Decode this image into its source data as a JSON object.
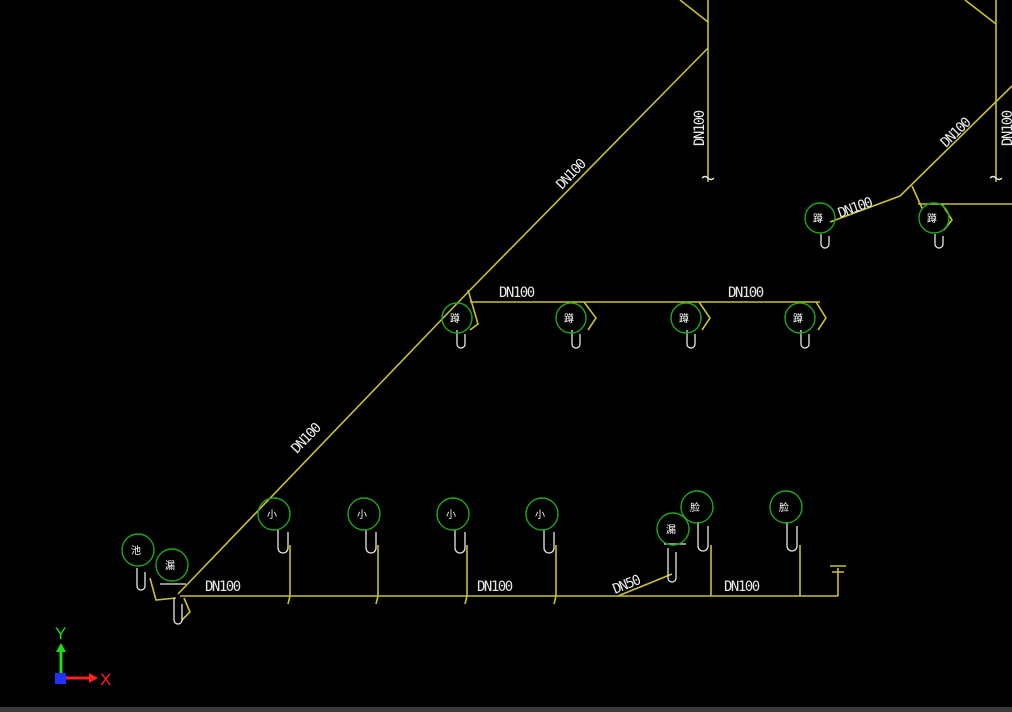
{
  "pipe_labels": {
    "vertical_top_center": "DN100",
    "vertical_top_right": "DN100",
    "diagonal_upper": "DN100",
    "diagonal_lower": "DN100",
    "branch_top_right": "DN100",
    "diagonal_far_right": "DN100",
    "row_middle_left": "DN100",
    "row_middle_right": "DN100",
    "row_bottom_1": "DN100",
    "row_bottom_2": "DN100",
    "row_bottom_3": "DN100",
    "branch_bottom": "DN50"
  },
  "fixtures": {
    "squat_top_1": "蹲",
    "squat_top_2": "蹲",
    "squat_mid_1": "蹲",
    "squat_mid_2": "蹲",
    "squat_mid_3": "蹲",
    "squat_mid_4": "蹲",
    "mop_basin": "池",
    "floor_drain_1": "漏",
    "urinal_1": "小",
    "urinal_2": "小",
    "urinal_3": "小",
    "urinal_4": "小",
    "floor_drain_2": "漏",
    "washbasin_1": "脸",
    "washbasin_2": "脸"
  },
  "axis": {
    "x_label": "X",
    "y_label": "Y"
  },
  "colors": {
    "background": "#000000",
    "pipe": "#c9c034",
    "fixture_circle": "#1fa81f",
    "trap": "#e8e8e8",
    "axis_x": "#ff2020",
    "axis_y": "#1fdc1f",
    "axis_origin": "#2030ff"
  }
}
